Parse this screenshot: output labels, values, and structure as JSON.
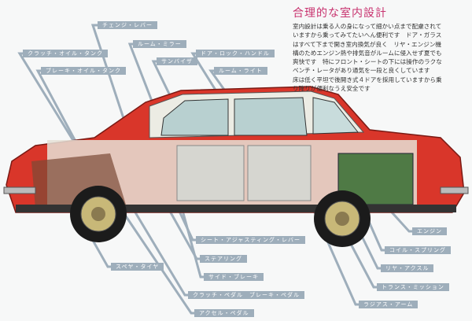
{
  "heading": "合理的な室内設計",
  "description": [
    "室内設計は乗る人の身になって細かい点まで配慮されて",
    "いますから乗ってみてたいへん便利です　ドア・ガラス",
    "はすべて下まで開き室内換気が良く　リヤ・エンジン機",
    "構のためエンジン熱や排気音がルームに侵入せず夏でも",
    "爽快です　特にフロント・シートの下には操作のラクな",
    "ベンチ・レータがあり通気を一段と良くしています",
    "床は低く平坦で後開き式４ドアを採用していますから乗",
    "り降りが便利なうえ安全です"
  ],
  "labels": {
    "change_lever": "チェンジ・レバー",
    "room_mirror": "ルーム・ミラー",
    "clutch_oil_tank": "クラッチ・オイル・タンク",
    "sun_visor": "サンバイザ",
    "door_lock_handle": "ドア・ロック・ハンドル",
    "brake_oil_tank": "ブレーキ・オイル・タンク",
    "room_light": "ルーム・ライト",
    "seat_adjusting_lever": "シート・アジャスティング・レバー",
    "engine": "エンジン",
    "coil_spring": "コイル・スプリング",
    "spare_tire": "スペヤ・タイヤ",
    "steering": "ステアリング",
    "rear_axle": "リヤ・アクスル",
    "side_brake": "サイド・ブレーキ",
    "transmission": "トランス・ミッション",
    "clutch_brake_pedal": "クラッチ・ペダル　ブレーキ・ペダル",
    "radius_arm": "ラジアス・アーム",
    "accel_pedal": "アクセル・ペダル"
  }
}
